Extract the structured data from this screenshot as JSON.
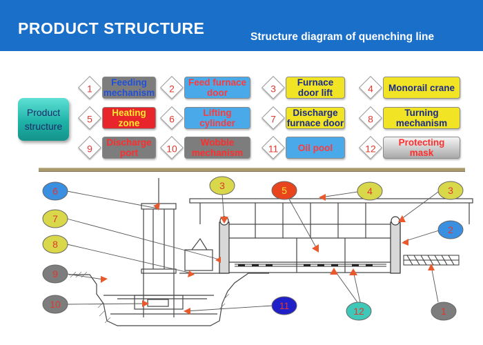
{
  "header": {
    "title": "PRODUCT STRUCTURE",
    "subtitle": "Structure diagram of quenching line",
    "background": "#1a6fc9"
  },
  "product_button": {
    "line1": "Product",
    "line2": "structure"
  },
  "legend": [
    {
      "num": "1",
      "line1": "Feeding",
      "line2": "mechanism",
      "color": "gray-blue"
    },
    {
      "num": "2",
      "line1": "Feed furnace",
      "line2": "door",
      "color": "blue"
    },
    {
      "num": "3",
      "line1": "Furnace",
      "line2": "door lift",
      "color": "yellow"
    },
    {
      "num": "4",
      "line1": "Monorail crane",
      "line2": "",
      "color": "yellow"
    },
    {
      "num": "5",
      "line1": "Heating",
      "line2": "zone",
      "color": "red"
    },
    {
      "num": "6",
      "line1": "Lifting",
      "line2": "cylinder",
      "color": "blue"
    },
    {
      "num": "7",
      "line1": "Discharge",
      "line2": "furnace door",
      "color": "yellow"
    },
    {
      "num": "8",
      "line1": "Turning",
      "line2": "mechanism",
      "color": "yellow"
    },
    {
      "num": "9",
      "line1": "Discharge",
      "line2": "port",
      "color": "gray"
    },
    {
      "num": "10",
      "line1": "Wobble",
      "line2": "mechanism",
      "color": "gray"
    },
    {
      "num": "11",
      "line1": "Oil pool",
      "line2": "",
      "color": "blue"
    },
    {
      "num": "12",
      "line1": "Protecting",
      "line2": "mask",
      "color": "silver"
    }
  ],
  "callouts": [
    {
      "num": "6",
      "fill": "#3a8fe0",
      "text_color": "#e0382e"
    },
    {
      "num": "7",
      "fill": "#d9d84a",
      "text_color": "#e0382e"
    },
    {
      "num": "8",
      "fill": "#d9d84a",
      "text_color": "#e0382e"
    },
    {
      "num": "9",
      "fill": "#7d7d7d",
      "text_color": "#e0382e"
    },
    {
      "num": "10",
      "fill": "#7d7d7d",
      "text_color": "#e0382e"
    },
    {
      "num": "11",
      "fill": "#2020c8",
      "text_color": "#e0382e"
    },
    {
      "num": "12",
      "fill": "#3fc8b8",
      "text_color": "#e0382e"
    },
    {
      "num": "3",
      "fill": "#d9d84a",
      "text_color": "#e0382e"
    },
    {
      "num": "5",
      "fill": "#e8451e",
      "text_color": "#ffe92e"
    },
    {
      "num": "4",
      "fill": "#d9d84a",
      "text_color": "#e0382e"
    },
    {
      "num": "3",
      "fill": "#d9d84a",
      "text_color": "#e0382e"
    },
    {
      "num": "2",
      "fill": "#3a8fe0",
      "text_color": "#e0382e"
    },
    {
      "num": "1",
      "fill": "#7d7d7d",
      "text_color": "#e0382e"
    }
  ],
  "colors": {
    "separator": "#a99a6d",
    "arrow": "#e85a2e",
    "structure_line": "#444444"
  }
}
